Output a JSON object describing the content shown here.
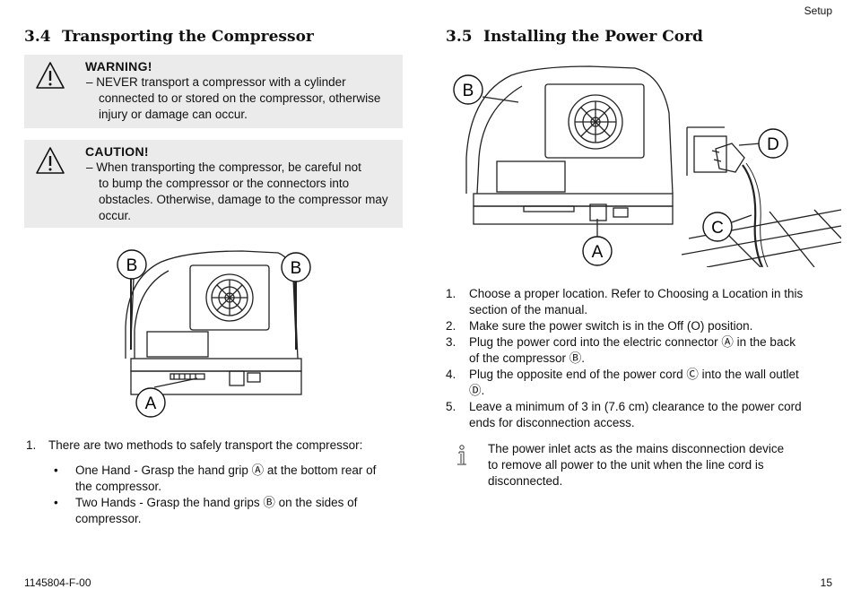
{
  "header": {
    "section": "Setup"
  },
  "left": {
    "heading_num": "3.4",
    "heading": "Transporting the Compressor",
    "warning": {
      "title": "WARNING!",
      "lines": [
        "– NEVER transport a compressor with a cylinder",
        "connected to or stored on the compressor, otherwise",
        "injury or damage can occur."
      ]
    },
    "caution": {
      "title": "CAUTION!",
      "lines": [
        "– When transporting the compressor, be careful not",
        "to bump the compressor or the connectors into",
        "obstacles. Otherwise, damage to the compressor may",
        "occur."
      ]
    },
    "figure_labels": {
      "b_left": "B",
      "b_right": "B",
      "a": "A"
    },
    "step_num": "1.",
    "step_text": "There are two methods to safely transport the compressor:",
    "bullets": [
      {
        "lines": [
          "One Hand - Grasp the hand grip Ⓐ at the bottom rear of",
          "the compressor."
        ]
      },
      {
        "lines": [
          "Two Hands - Grasp the hand grips Ⓑ on the sides of",
          "compressor."
        ]
      }
    ]
  },
  "right": {
    "heading_num": "3.5",
    "heading": "Installing the Power Cord",
    "figure_labels": {
      "b": "B",
      "d": "D",
      "c": "C",
      "a": "A"
    },
    "steps": [
      {
        "num": "1.",
        "lines": [
          "Choose a proper location. Refer to Choosing a Location in this",
          "section of the manual."
        ]
      },
      {
        "num": "2.",
        "lines": [
          "Make sure the power switch is in the Off (O) position."
        ]
      },
      {
        "num": "3.",
        "lines": [
          "Plug the power cord into the electric connector Ⓐ in the back",
          "of the compressor Ⓑ."
        ]
      },
      {
        "num": "4.",
        "lines": [
          "Plug the opposite end of the power cord Ⓒ into the wall outlet",
          "Ⓓ."
        ]
      },
      {
        "num": "5.",
        "lines": [
          "Leave a minimum of 3 in (7.6 cm) clearance to the power cord",
          "ends for disconnection access."
        ]
      }
    ],
    "note_lines": [
      "The power inlet acts as the mains disconnection device",
      "to remove all power to the unit when the line cord is",
      "disconnected."
    ]
  },
  "footer": {
    "doc_number": "1145804-F-00",
    "page": "15"
  }
}
